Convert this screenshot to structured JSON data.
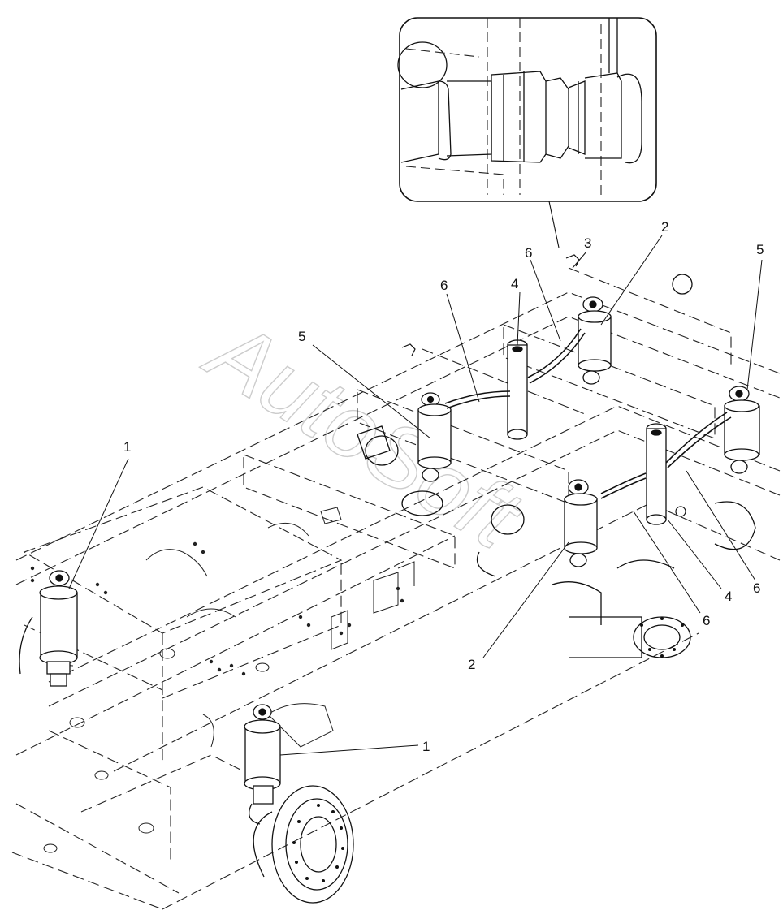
{
  "diagram": {
    "watermark": "AutoSoft",
    "callouts": {
      "c1a": "1",
      "c1b": "1",
      "c2a": "2",
      "c2b": "2",
      "c3": "3",
      "c4a": "4",
      "c4b": "4",
      "c5a": "5",
      "c5b": "5",
      "c6a": "6",
      "c6b": "6",
      "c6c": "6",
      "c6d": "6"
    }
  }
}
